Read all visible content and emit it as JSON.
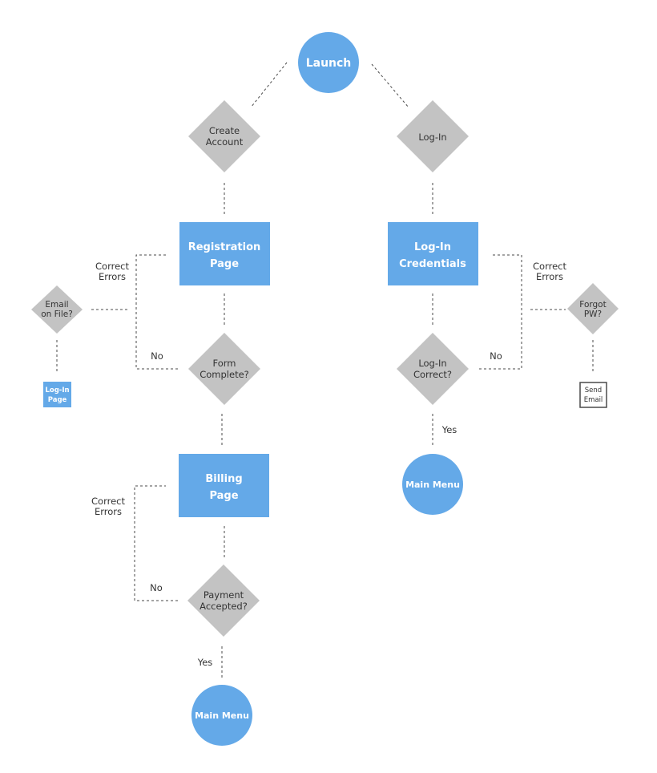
{
  "colors": {
    "node_blue": "#64a9e8",
    "decision_gray": "#c3c3c3",
    "connector": "#4a4a4a",
    "text_dark": "#333333",
    "text_white": "#ffffff"
  },
  "nodes": {
    "launch": "Launch",
    "create_account": [
      "Create",
      "Account"
    ],
    "log_in": "Log-In",
    "registration_page": [
      "Registration",
      "Page"
    ],
    "log_in_credentials": [
      "Log-In",
      "Credentials"
    ],
    "email_on_file": [
      "Email",
      "on File?"
    ],
    "log_in_page_small": [
      "Log-In",
      "Page"
    ],
    "form_complete": [
      "Form",
      "Complete?"
    ],
    "log_in_correct": [
      "Log-In",
      "Correct?"
    ],
    "forgot_pw": [
      "Forgot",
      "PW?"
    ],
    "send_email": [
      "Send",
      "Email"
    ],
    "billing_page": [
      "Billing",
      "Page"
    ],
    "main_menu_right": "Main Menu",
    "payment_accepted": [
      "Payment",
      "Accepted?"
    ],
    "main_menu_bottom": "Main Menu"
  },
  "labels": {
    "correct_errors_reg": [
      "Correct",
      "Errors"
    ],
    "no_form": "No",
    "correct_errors_login": [
      "Correct",
      "Errors"
    ],
    "no_login": "No",
    "yes_login": "Yes",
    "correct_errors_billing": [
      "Correct",
      "Errors"
    ],
    "no_payment": "No",
    "yes_payment": "Yes"
  }
}
